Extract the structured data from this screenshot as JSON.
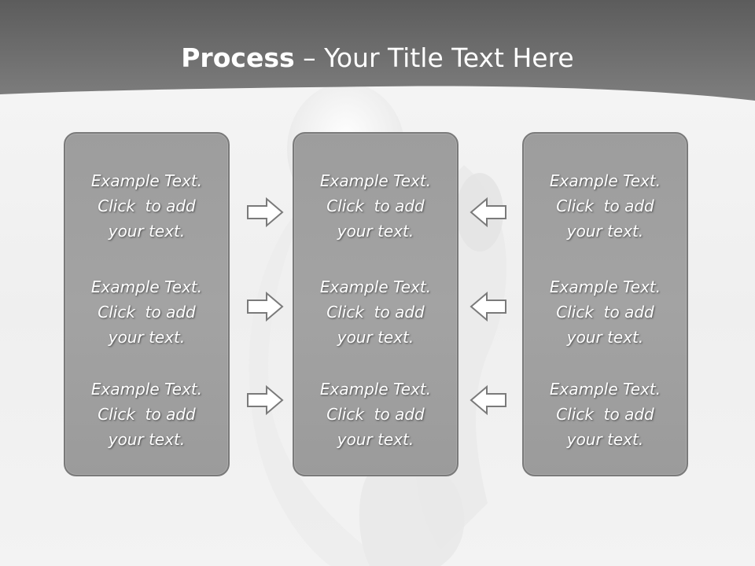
{
  "title": {
    "bold": "Process",
    "rest": " – Your Title Text Here"
  },
  "panels": [
    {
      "blocks": [
        {
          "line1": "Example Text.",
          "line2": "Click  to add",
          "line3": "your text."
        },
        {
          "line1": "Example Text.",
          "line2": "Click  to add",
          "line3": "your text."
        },
        {
          "line1": "Example Text.",
          "line2": "Click  to add",
          "line3": "your text."
        }
      ]
    },
    {
      "blocks": [
        {
          "line1": "Example Text.",
          "line2": "Click  to add",
          "line3": "your text."
        },
        {
          "line1": "Example Text.",
          "line2": "Click  to add",
          "line3": "your text."
        },
        {
          "line1": "Example Text.",
          "line2": "Click  to add",
          "line3": "your text."
        }
      ]
    },
    {
      "blocks": [
        {
          "line1": "Example Text.",
          "line2": "Click  to add",
          "line3": "your text."
        },
        {
          "line1": "Example Text.",
          "line2": "Click  to add",
          "line3": "your text."
        },
        {
          "line1": "Example Text.",
          "line2": "Click  to add",
          "line3": "your text."
        }
      ]
    }
  ],
  "arrows": {
    "left_column": "arrow-right-icon",
    "right_column": "arrow-left-icon"
  },
  "colors": {
    "header": "#6f6f6f",
    "panel_fill": "#a0a0a0",
    "panel_border": "#7a7a7a",
    "text": "#ffffff"
  }
}
